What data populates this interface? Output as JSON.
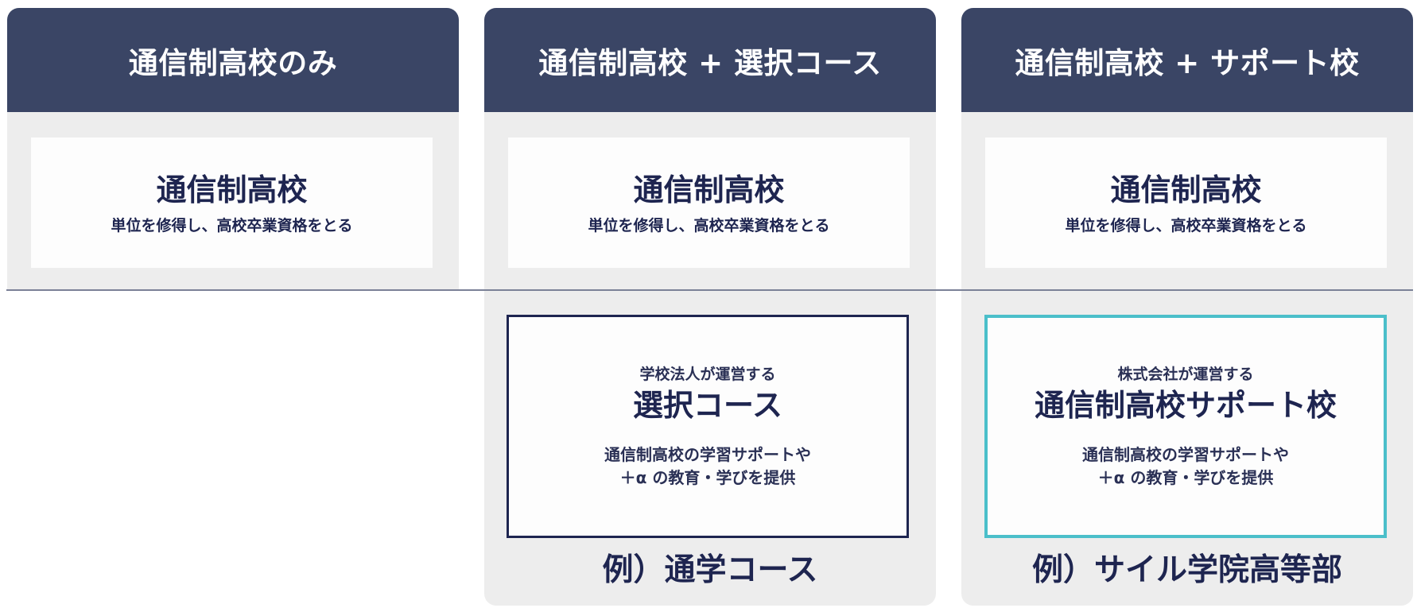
{
  "colors": {
    "header_bg": "#3a4565",
    "panel_bg": "#ededed",
    "text_navy": "#1e2550",
    "divider": "#7b8197",
    "course_border": "#1e2550",
    "support_border": "#4bbfca"
  },
  "columns": [
    {
      "header": "通信制高校のみ",
      "school_box": {
        "title": "通信制高校",
        "subtitle": "単位を修得し、高校卒業資格をとる"
      }
    },
    {
      "header": "通信制高校 + 選択コース",
      "school_box": {
        "title": "通信制高校",
        "subtitle": "単位を修得し、高校卒業資格をとる"
      },
      "option_box": {
        "label": "学校法人が運営する",
        "title": "選択コース",
        "desc_line1": "通信制高校の学習サポートや",
        "desc_line2": "＋α の教育・学びを提供"
      },
      "example": "例）通学コース"
    },
    {
      "header": "通信制高校 + サポート校",
      "school_box": {
        "title": "通信制高校",
        "subtitle": "単位を修得し、高校卒業資格をとる"
      },
      "option_box": {
        "label": "株式会社が運営する",
        "title": "通信制高校サポート校",
        "desc_line1": "通信制高校の学習サポートや",
        "desc_line2": "＋α の教育・学びを提供"
      },
      "example": "例）サイル学院高等部"
    }
  ]
}
